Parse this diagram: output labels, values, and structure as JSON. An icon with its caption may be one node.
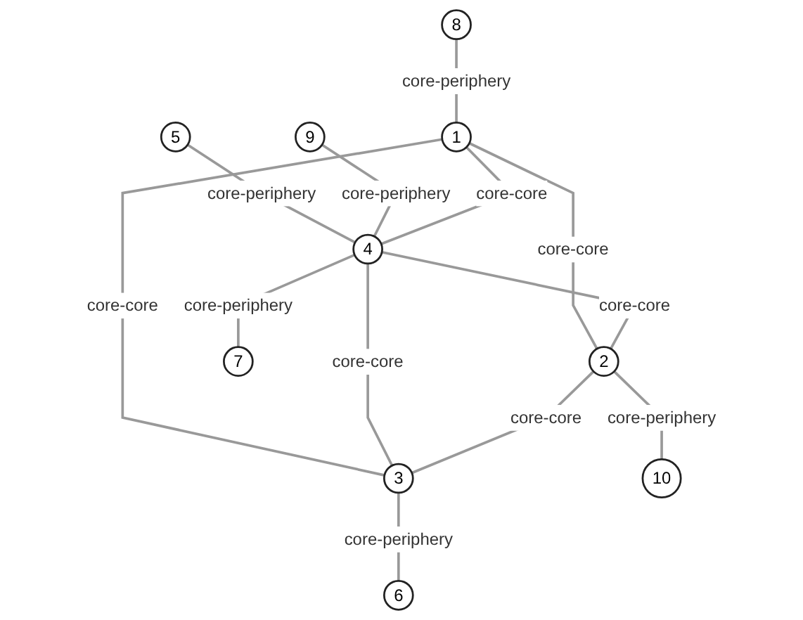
{
  "diagram": {
    "nodes": [
      {
        "text": [
          "8"
        ]
      },
      {
        "text": [
          "5"
        ]
      },
      {
        "text": [
          "1"
        ]
      },
      {
        "text": [
          "9"
        ]
      },
      {
        "text": [
          "4"
        ]
      },
      {
        "text": [
          "2"
        ]
      },
      {
        "text": [
          "3"
        ]
      },
      {
        "text": [
          "10"
        ]
      },
      {
        "text": [
          "6"
        ]
      },
      {
        "text": [
          "7"
        ]
      }
    ],
    "edges": [
      {
        "from": 0,
        "to": 2,
        "arrow": "none",
        "label": "core-periphery"
      },
      {
        "from": 1,
        "to": 4,
        "arrow": "none",
        "label": "core-periphery"
      },
      {
        "from": 3,
        "to": 4,
        "arrow": "none",
        "label": "core-periphery"
      },
      {
        "from": 2,
        "to": 4,
        "arrow": "none",
        "label": "core-core"
      },
      {
        "from": 2,
        "to": 5,
        "arrow": "none",
        "label": "core-core"
      },
      {
        "from": 2,
        "to": 6,
        "arrow": "none",
        "label": "core-core"
      },
      {
        "from": 4,
        "to": 5,
        "arrow": "none",
        "label": "core-core"
      },
      {
        "from": 4,
        "to": 6,
        "arrow": "none",
        "label": "core-core"
      },
      {
        "from": 5,
        "to": 6,
        "arrow": "none",
        "label": "core-core"
      },
      {
        "from": 5,
        "to": 7,
        "arrow": "none",
        "label": "core-periphery"
      },
      {
        "from": 6,
        "to": 8,
        "arrow": "none",
        "label": "core-periphery"
      },
      {
        "from": 4,
        "to": 9,
        "arrow": "none",
        "label": "core-periphery"
      }
    ]
  }
}
